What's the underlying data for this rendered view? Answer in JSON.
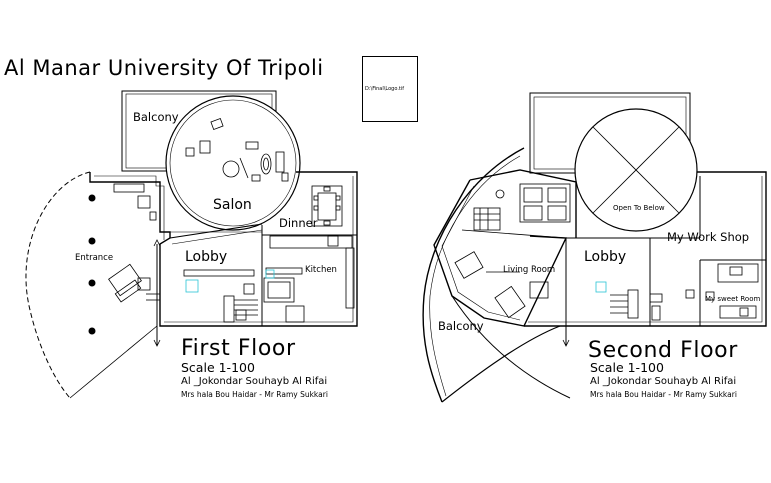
{
  "header": {
    "title": "Al Manar University Of Tripoli",
    "logo_text": "D:\\Final\\Logo.tif"
  },
  "first_floor": {
    "name": "First Floor",
    "scale": "Scale 1-100",
    "author": "Al _Jokondar Souhayb Al Rifai",
    "tutors": "Mrs hala Bou Haidar - Mr Ramy Sukkari",
    "rooms": {
      "balcony": "Balcony",
      "salon": "Salon",
      "dinner": "Dinner",
      "entrance": "Entrance",
      "lobby": "Lobby",
      "kitchen": "Kitchen"
    }
  },
  "second_floor": {
    "name": "Second Floor",
    "scale": "Scale 1-100",
    "author": "Al _Jokondar Souhayb Al Rifai",
    "tutors": "Mrs hala Bou Haidar - Mr Ramy Sukkari",
    "rooms": {
      "open_to_below": "Open To Below",
      "workshop": "My Work Shop",
      "living_room": "Living Room",
      "lobby": "Lobby",
      "sweet_room": "My sweet Room",
      "balcony": "Balcony"
    }
  }
}
